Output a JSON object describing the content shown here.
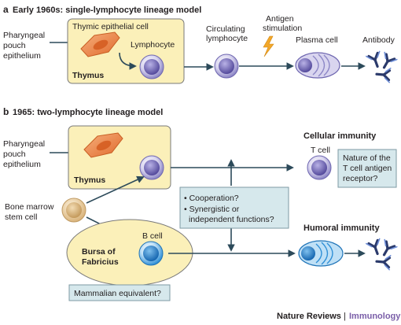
{
  "colors": {
    "box_fill": "#fbf0b9",
    "box_stroke": "#7a7a7a",
    "arrow": "#2c4a5a",
    "question_fill": "#d6e8ec",
    "question_stroke": "#7e9aa3",
    "cell_purple": "#8c86c6",
    "cell_blue": "#2f8fd6",
    "cell_orange": "#ee8a4e",
    "stem_cell": "#e7c794",
    "brand_purple": "#7a5ea8",
    "lightning": "#f2a72a"
  },
  "icons": [
    "thymic-epithelial-cell-icon",
    "lymphocyte-icon",
    "lightning-icon",
    "plasma-cell-icon",
    "antibody-icon",
    "b-cell-icon",
    "stem-cell-icon"
  ],
  "panel_a": {
    "letter": "a",
    "title": "Early 1960s: single-lymphocyte lineage model",
    "pharyngeal_line1": "Pharyngeal",
    "pharyngeal_line2": "pouch",
    "pharyngeal_line3": "epithelium",
    "thymic_cell_label": "Thymic epithelial cell",
    "lymphocyte_label": "Lymphocyte",
    "thymus_label": "Thymus",
    "circulating_line1": "Circulating",
    "circulating_line2": "lymphocyte",
    "antigen_line1": "Antigen",
    "antigen_line2": "stimulation",
    "plasma_cell_label": "Plasma cell",
    "antibody_label": "Antibody"
  },
  "panel_b": {
    "letter": "b",
    "title": "1965: two-lymphocyte lineage model",
    "pharyngeal_line1": "Pharyngeal",
    "pharyngeal_line2": "pouch",
    "pharyngeal_line3": "epithelium",
    "thymus_label": "Thymus",
    "cellular_immunity": "Cellular immunity",
    "t_cell_label": "T cell",
    "nature_line1": "Nature of the",
    "nature_line2": "T cell antigen",
    "nature_line3": "receptor?",
    "bone_marrow_line1": "Bone marrow",
    "bone_marrow_line2": "stem cell",
    "cooperation": "• Cooperation?",
    "synergistic_line1": "• Synergistic or",
    "synergistic_line2": "independent functions?",
    "humoral_immunity": "Humoral immunity",
    "bursa_line1": "Bursa of",
    "bursa_line2": "Fabricius",
    "b_cell_label": "B cell",
    "mammalian": "Mammalian equivalent?"
  },
  "footer": {
    "journal": "Nature Reviews",
    "separator": "|",
    "subject": "Immunology"
  }
}
